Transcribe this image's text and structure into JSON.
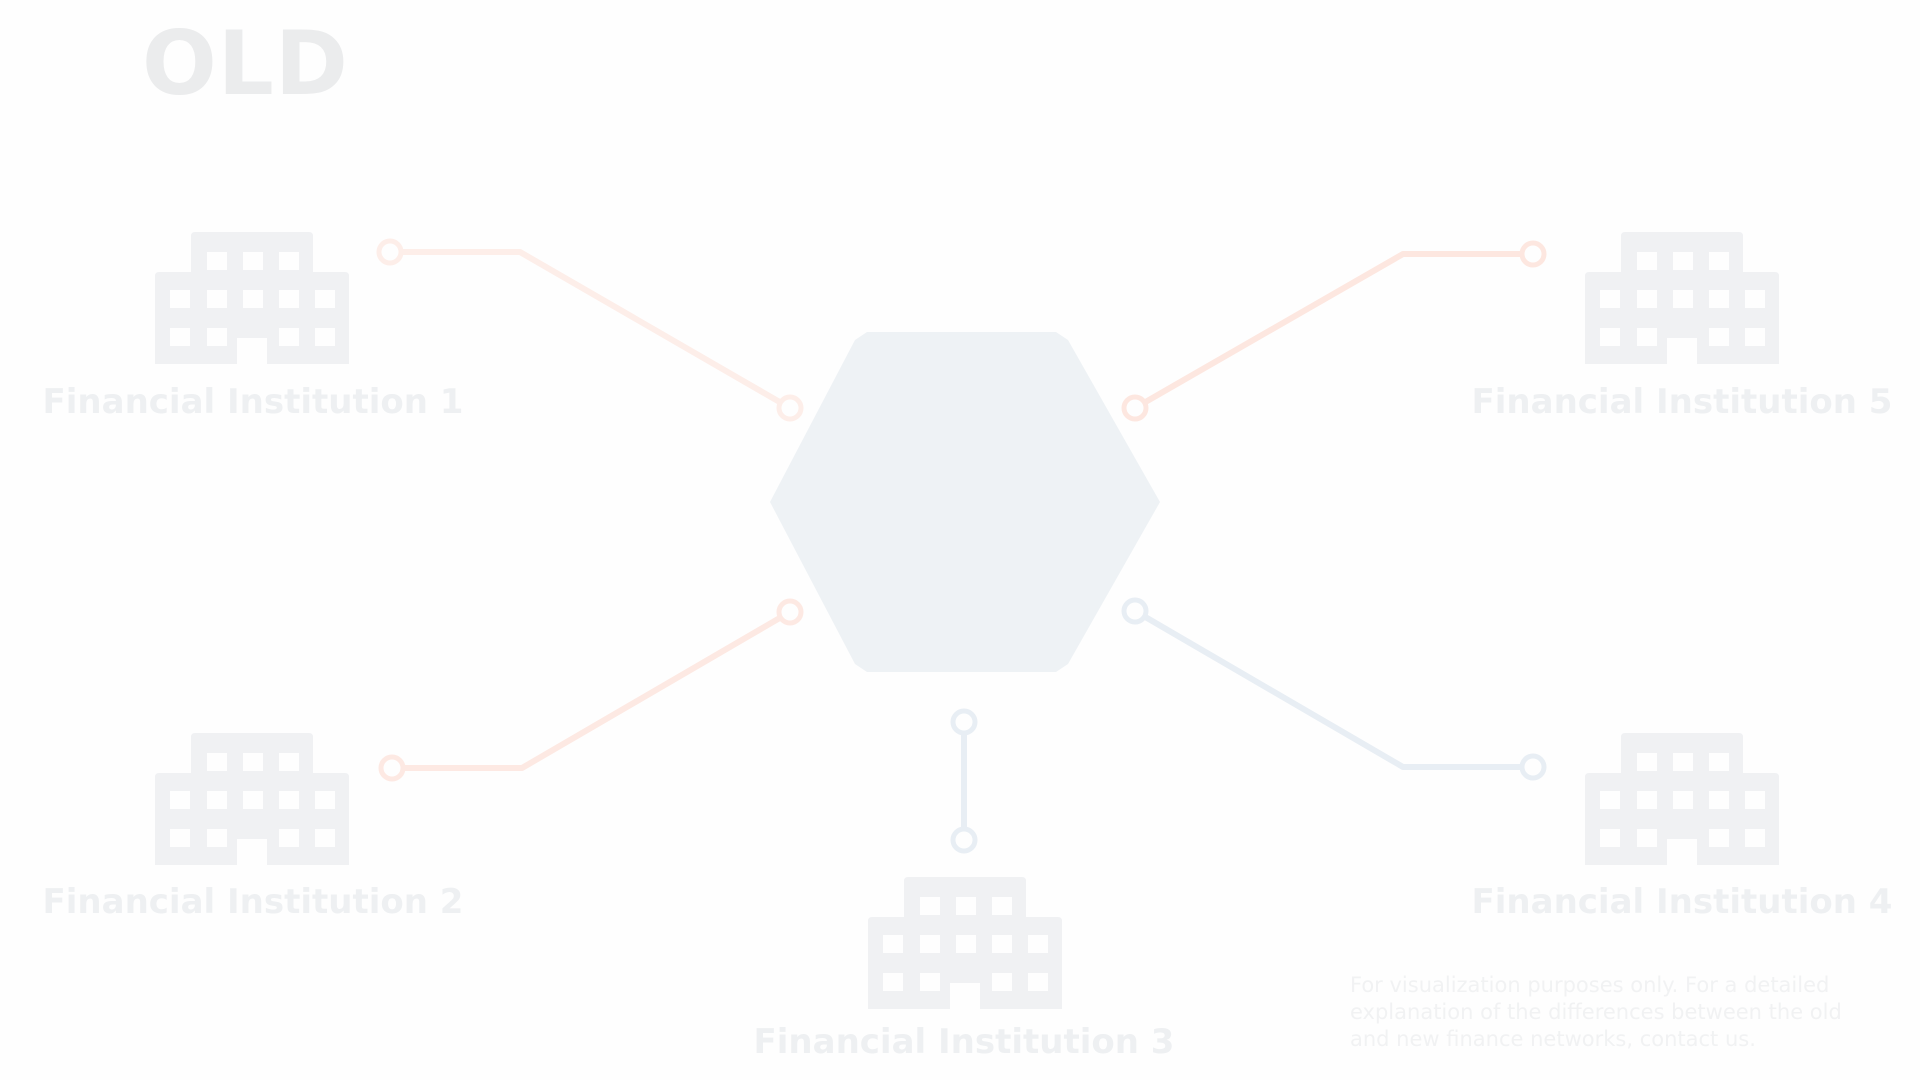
{
  "page": {
    "title": "OLD"
  },
  "network": {
    "hub_color": "#eef2f5",
    "building_color": "#f0f1f3",
    "institutions": [
      {
        "label": "Financial Institution 1",
        "connector_color": "#fdeee9"
      },
      {
        "label": "Financial Institution 2",
        "connector_color": "#fde9e3"
      },
      {
        "label": "Financial Institution 3",
        "connector_color": "#e8eef4"
      },
      {
        "label": "Financial Institution 4",
        "connector_color": "#e8eef4"
      },
      {
        "label": "Financial Institution 5",
        "connector_color": "#fde7e0"
      }
    ]
  },
  "footer": {
    "note": "For visualization purposes only. For a detailed explanation of the differences between the old and new finance networks, contact us."
  }
}
